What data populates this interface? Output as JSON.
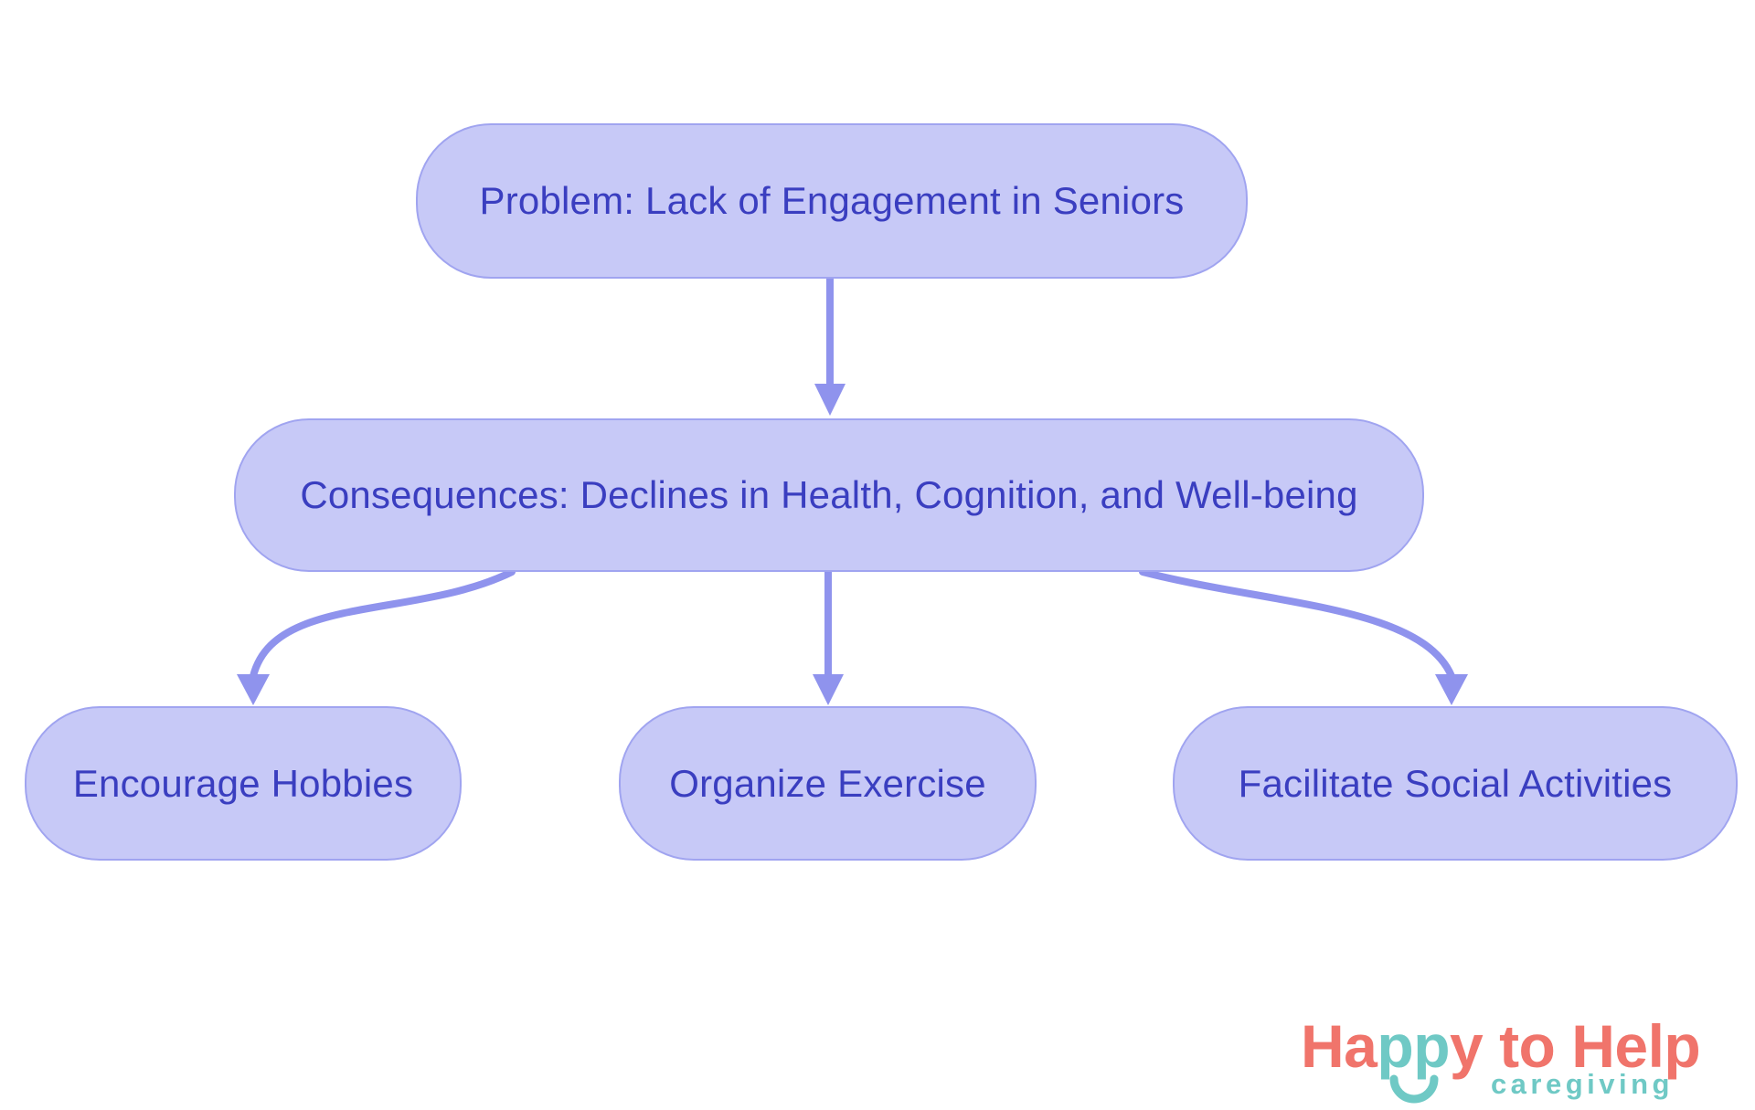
{
  "colors": {
    "background": "#ffffff",
    "node_fill": "#c7c9f7",
    "node_border": "#a0a4f0",
    "node_text": "#3a3ec0",
    "arrow": "#8f93ed",
    "logo_coral": "#f0746b",
    "logo_teal": "#6fc9c5"
  },
  "diagram": {
    "nodes": [
      {
        "id": "problem",
        "label": "Problem: Lack of Engagement in Seniors"
      },
      {
        "id": "consequences",
        "label": "Consequences: Declines in Health, Cognition, and Well-being"
      },
      {
        "id": "encourage-hobbies",
        "label": "Encourage Hobbies"
      },
      {
        "id": "organize-exercise",
        "label": "Organize Exercise"
      },
      {
        "id": "facilitate-social",
        "label": "Facilitate Social Activities"
      }
    ],
    "edges": [
      {
        "from": "problem",
        "to": "consequences"
      },
      {
        "from": "consequences",
        "to": "encourage-hobbies"
      },
      {
        "from": "consequences",
        "to": "organize-exercise"
      },
      {
        "from": "consequences",
        "to": "facilitate-social"
      }
    ]
  },
  "logo": {
    "wordmark_parts": [
      "Ha",
      "pp",
      "y",
      " to Help"
    ],
    "tagline": "caregiving"
  }
}
